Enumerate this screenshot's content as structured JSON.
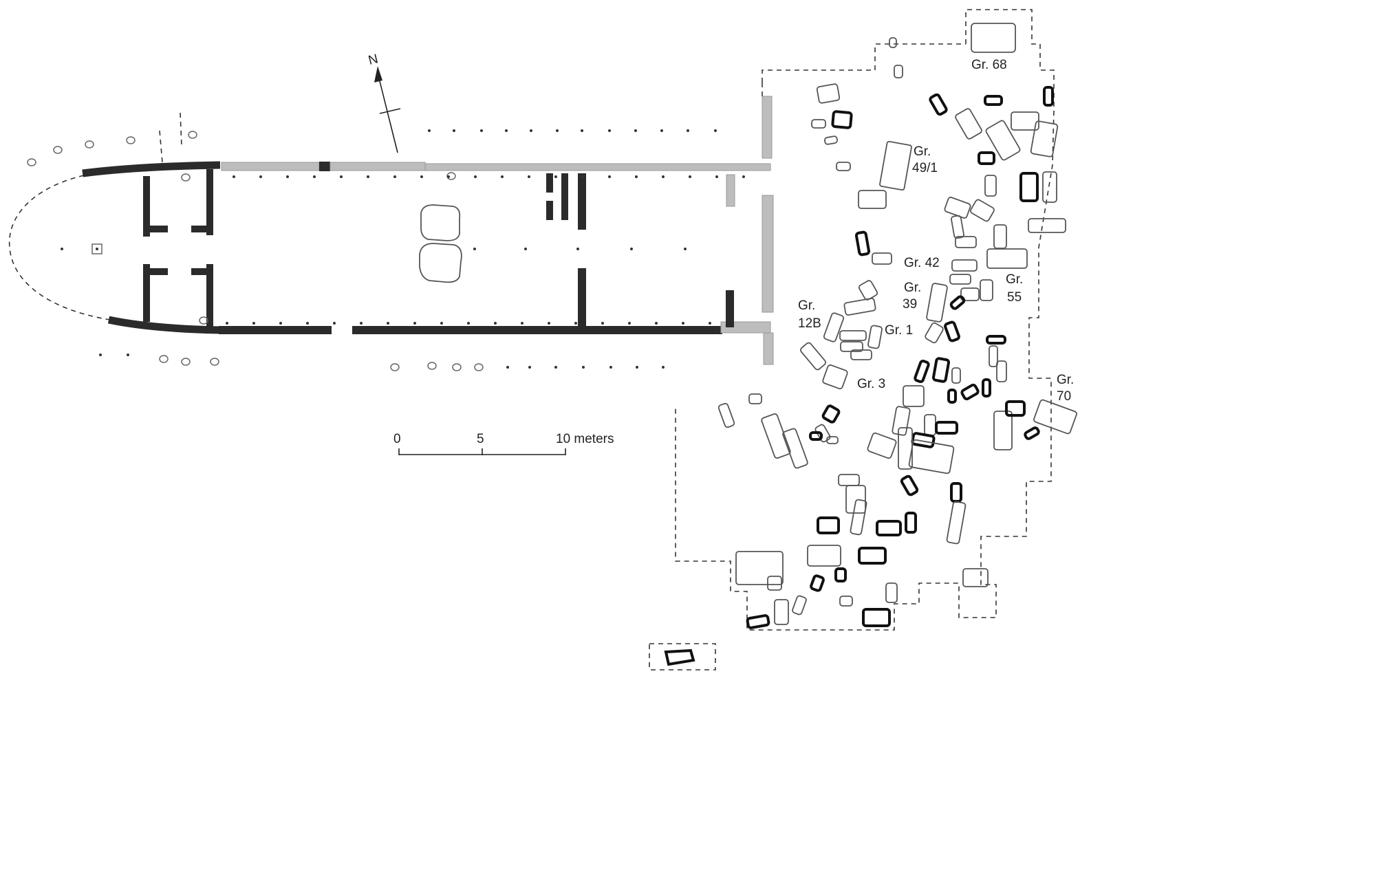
{
  "north": {
    "label": "N"
  },
  "scale": {
    "ticks": [
      "0",
      "5",
      "10 meters"
    ]
  },
  "graves": [
    {
      "id": "gr68",
      "lines": [
        "Gr. 68"
      ]
    },
    {
      "id": "gr49",
      "lines": [
        "Gr.",
        "49/1"
      ]
    },
    {
      "id": "gr42",
      "lines": [
        "Gr. 42"
      ]
    },
    {
      "id": "gr39",
      "lines": [
        "Gr.",
        "39"
      ]
    },
    {
      "id": "gr55",
      "lines": [
        "Gr.",
        "55"
      ]
    },
    {
      "id": "gr12b",
      "lines": [
        "Gr.",
        "12B"
      ]
    },
    {
      "id": "gr1",
      "lines": [
        "Gr. 1"
      ]
    },
    {
      "id": "gr3",
      "lines": [
        "Gr. 3"
      ]
    },
    {
      "id": "gr70",
      "lines": [
        "Gr.",
        "70"
      ]
    }
  ]
}
